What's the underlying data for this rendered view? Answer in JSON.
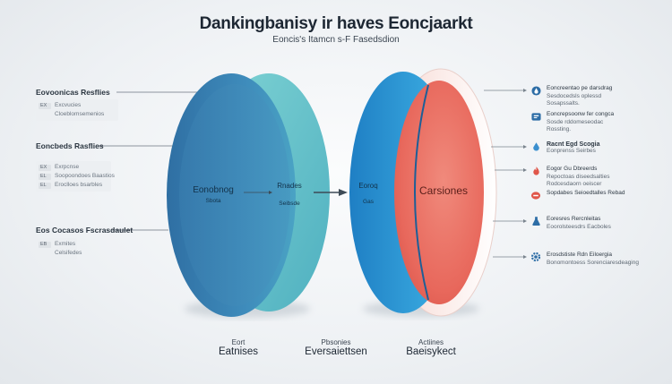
{
  "title": "Dankingbanisy ir haves Eoncjaarkt",
  "subtitle": "Eoncis's Itamcn s-F Fasedsdion",
  "left_groups": [
    {
      "heading": "Eovoonicas Resflies",
      "rows": [
        {
          "tag": "EX",
          "text": "Excvucies"
        },
        {
          "tag": "",
          "text": "Cloeblomsemenios"
        }
      ]
    },
    {
      "heading": "Eoncbeds Rasflies",
      "rows": [
        {
          "tag": "EX",
          "text": "Exrpcnse"
        },
        {
          "tag": "EL",
          "text": "Soopoondoes Baastios"
        },
        {
          "tag": "EL",
          "text": "Eroclloes bsarbles"
        }
      ]
    },
    {
      "heading": "Eos Cocasos Fscrasdaulet",
      "rows": [
        {
          "tag": "EB",
          "text": "Exmites"
        },
        {
          "tag": "",
          "text": "Celsifedes"
        }
      ]
    }
  ],
  "center": {
    "left_disc_label": "Eonobnog",
    "left_disc_sub": "Sbota",
    "mid_label": "Rnades",
    "mid_sub": "Seibsde",
    "right_small_label": "Eoroq",
    "right_small_sub": "Gas",
    "right_disc_label": "Carsiones"
  },
  "right_items": [
    {
      "icon": "droplet-icon",
      "color": "#2d6da6",
      "lines": [
        "Eoncreentao pe darsdrag",
        "Sesdocedsls oplessd",
        "Sosapssalts."
      ]
    },
    {
      "icon": "card-icon",
      "color": "#2d6da6",
      "lines": [
        "Eoncrepsoonw fer congca",
        "Sosde rddomeseodac",
        "Rossting."
      ]
    },
    {
      "icon": "drop-icon",
      "color": "#3a8fcf",
      "lines": [
        "Racnt Egd Scogia",
        "Eonprenss Seirbes"
      ]
    },
    {
      "icon": "flame-icon",
      "color": "#e0564a",
      "lines": [
        "Eogor Gu Dbreerds",
        "Repoctoas diseedsalties",
        "Rodcesdaorn oeiscer"
      ]
    },
    {
      "icon": "heart-icon",
      "color": "#e0564a",
      "lines": [
        "Sopdabes Seioedtalles Rebad"
      ]
    },
    {
      "icon": "flask-icon",
      "color": "#2d6da6",
      "lines": [
        "Eoresres Rercnleitas",
        "Eoorolsteesdrs Eacboles"
      ]
    },
    {
      "icon": "gear-icon",
      "color": "#2d6da6",
      "lines": [
        "Erosdstiste Rdn Eiloergia",
        "Bonomontoess Sorenciaresdeaging"
      ]
    }
  ],
  "captions": [
    {
      "small": "Eort",
      "big": "Eatnises"
    },
    {
      "small": "Pbsonies",
      "big": "Eversaiettsen"
    },
    {
      "small": "Actiines",
      "big": "Baeisykect"
    }
  ],
  "colors": {
    "left_disc": "#3f88b8",
    "left_disc_face": "#6cc4c9",
    "right_disc_rim": "#2e9ed9",
    "right_disc_face": "#e8685c",
    "accent_red": "#e0564a",
    "accent_blue": "#2d6da6"
  }
}
